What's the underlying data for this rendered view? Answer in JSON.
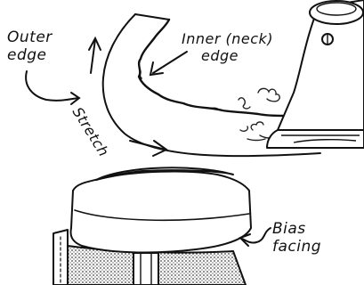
{
  "labels": {
    "outer_edge": [
      "Outer",
      "edge"
    ],
    "inner_edge": [
      "Inner (neck)",
      "edge"
    ],
    "stretch": "Stretch",
    "bias_facing": [
      "Bias",
      "facing"
    ]
  },
  "colors": {
    "ink": "#111111",
    "paper": "#ffffff",
    "shade": "#555555"
  }
}
